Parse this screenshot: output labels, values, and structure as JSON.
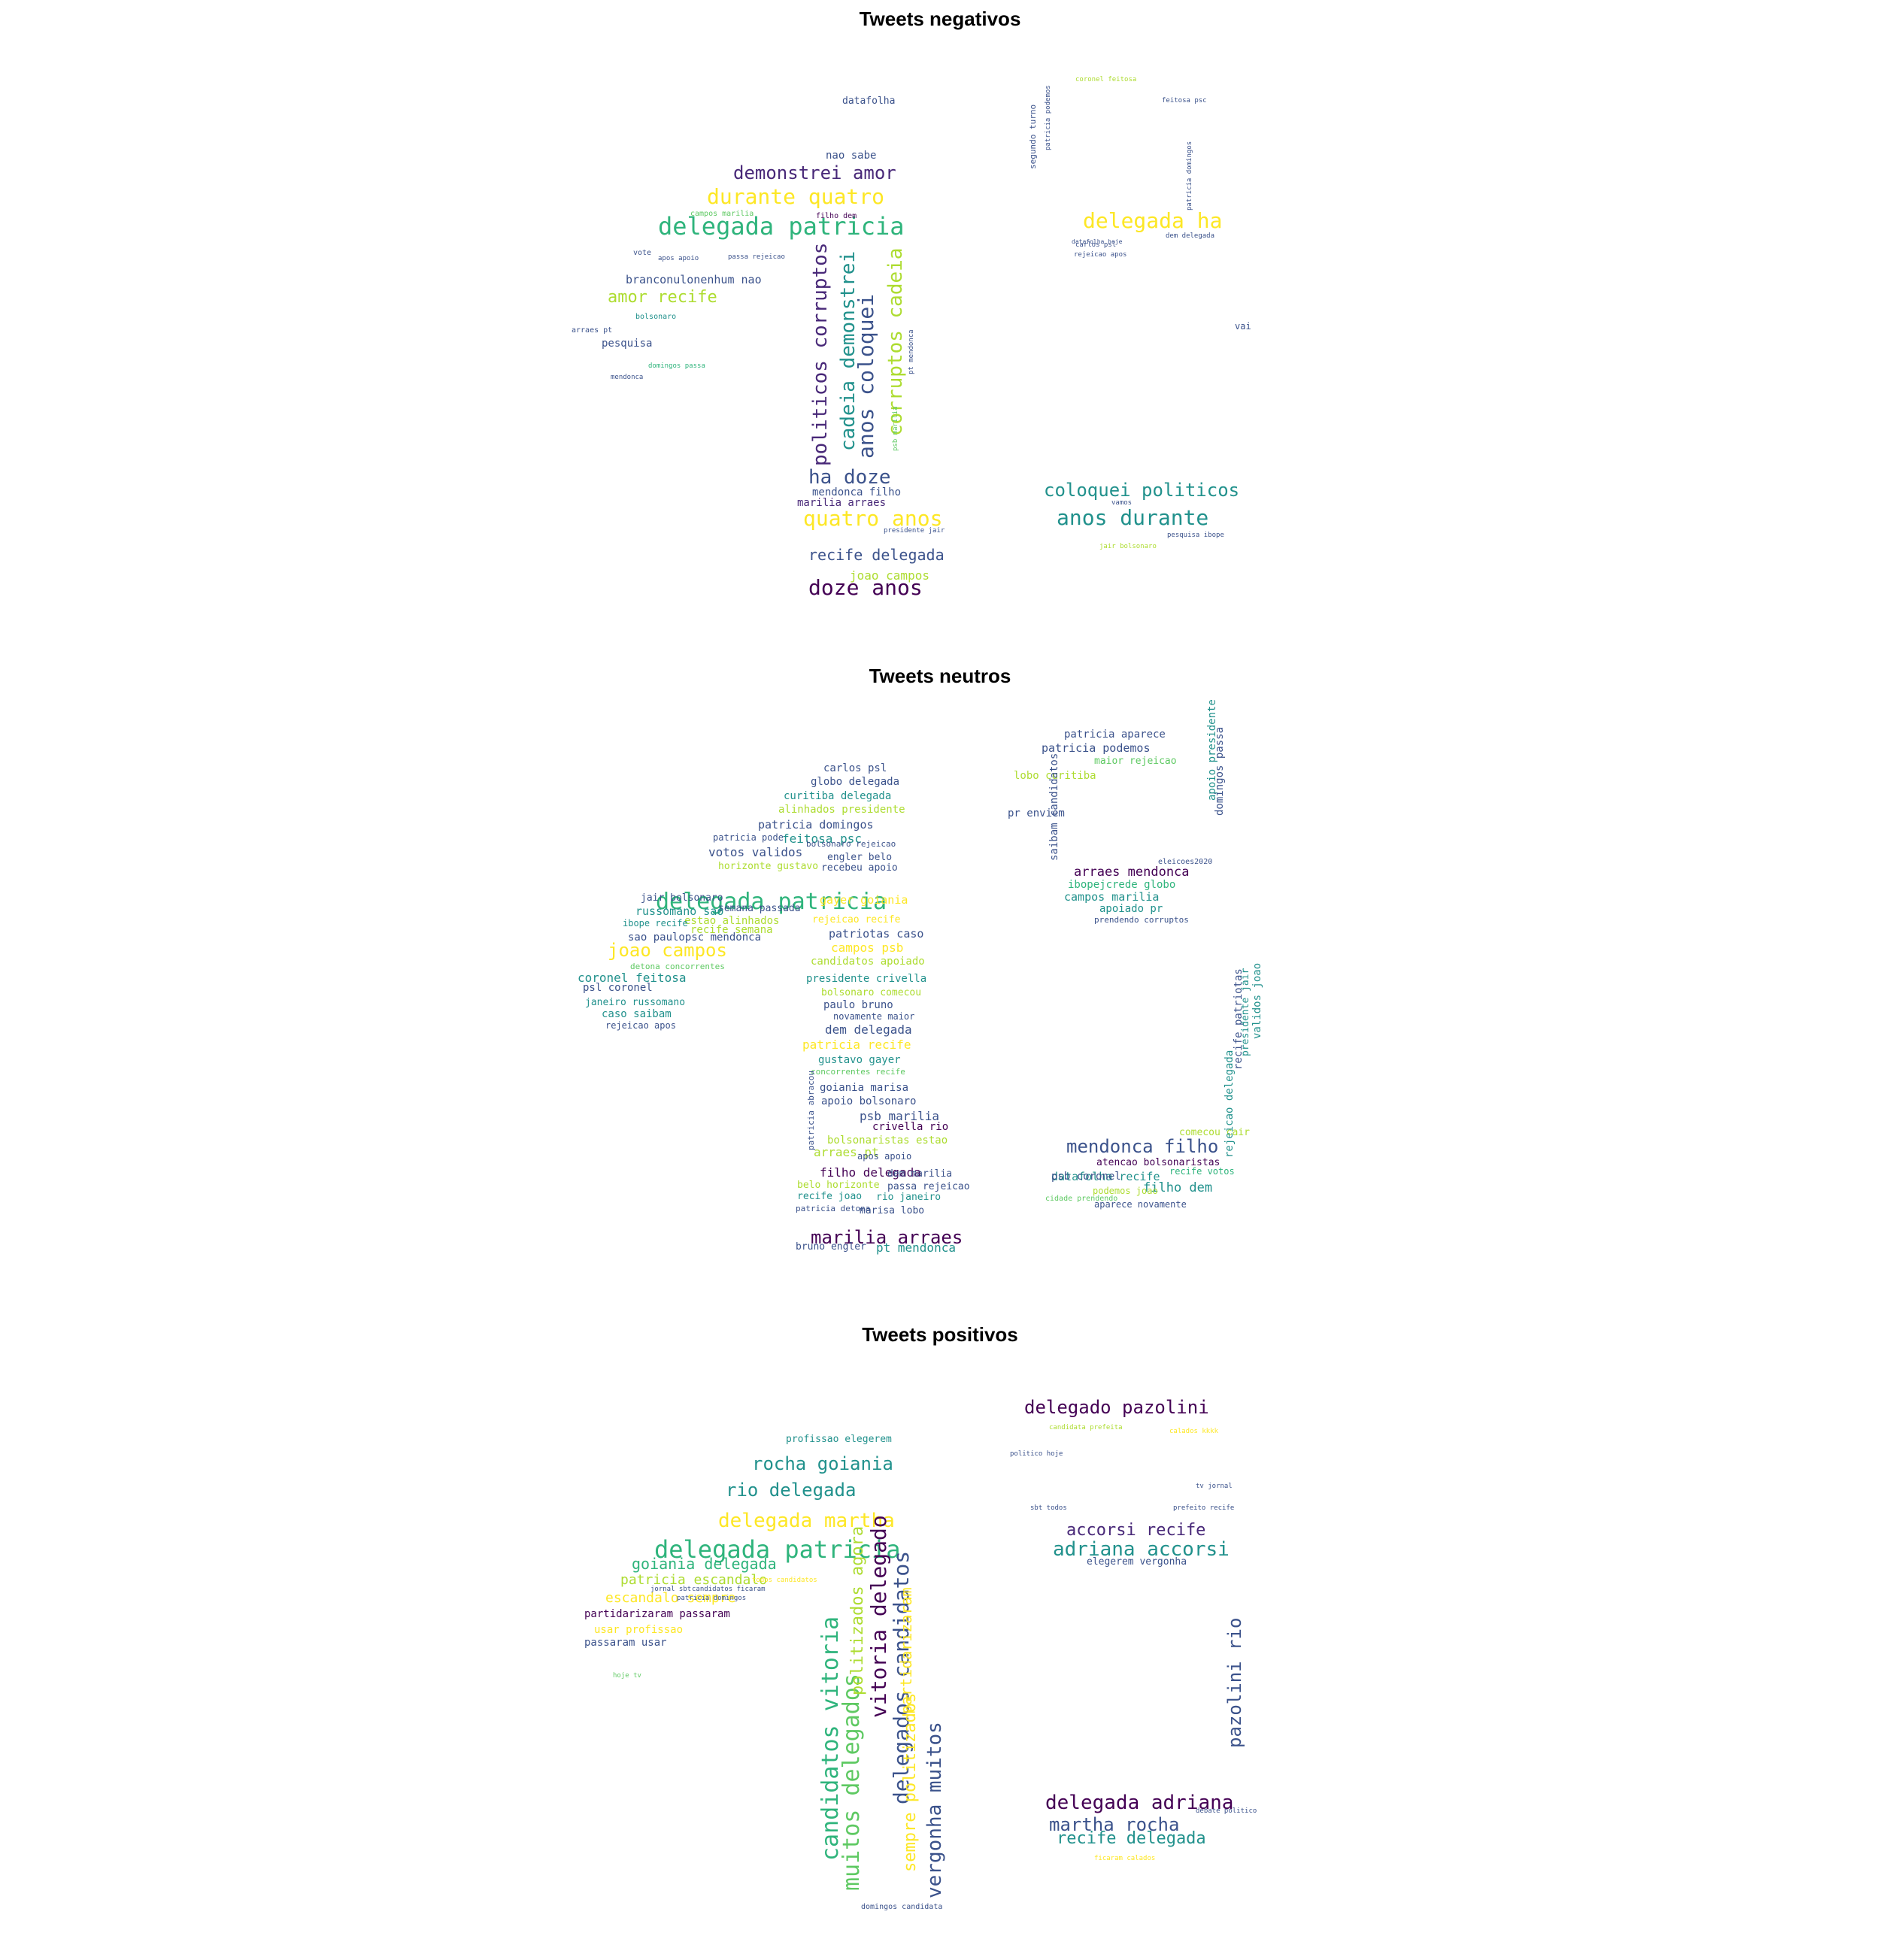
{
  "palette": [
    "#440154",
    "#3b528b",
    "#21918c",
    "#2fb47c",
    "#5ec962",
    "#addc30",
    "#fde725",
    "#31688e",
    "#35b779",
    "#482878"
  ],
  "panels": [
    {
      "id": "negativos",
      "title": "Tweets negativos",
      "words": [
        {
          "t": "delegada patricia",
          "s": 32,
          "c": 3
        },
        {
          "t": "durante quatro",
          "s": 28,
          "c": 6
        },
        {
          "t": "demonstrei amor",
          "s": 24,
          "c": 9
        },
        {
          "t": "delegada ha",
          "s": 28,
          "c": 6
        },
        {
          "t": "amor recife",
          "s": 22,
          "c": 5
        },
        {
          "t": "branconulonenhum nao",
          "s": 15,
          "c": 1
        },
        {
          "t": "pesquisa",
          "s": 14,
          "c": 1
        },
        {
          "t": "datafolha",
          "s": 13,
          "c": 1
        },
        {
          "t": "nao sabe",
          "s": 14,
          "c": 1
        },
        {
          "t": "ha doze",
          "s": 26,
          "c": 1
        },
        {
          "t": "mendonca filho",
          "s": 14,
          "c": 1
        },
        {
          "t": "marilia arraes",
          "s": 14,
          "c": 9
        },
        {
          "t": "quatro anos",
          "s": 28,
          "c": 6
        },
        {
          "t": "recife delegada",
          "s": 20,
          "c": 1
        },
        {
          "t": "joao campos",
          "s": 16,
          "c": 5
        },
        {
          "t": "doze anos",
          "s": 28,
          "c": 0
        },
        {
          "t": "coloquei politicos",
          "s": 24,
          "c": 2
        },
        {
          "t": "anos durante",
          "s": 28,
          "c": 2
        },
        {
          "t": "politicos corruptos",
          "s": 26,
          "c": 9
        },
        {
          "t": "cadeia demonstrei",
          "s": 26,
          "c": 2
        },
        {
          "t": "anos coloquei",
          "s": 28,
          "c": 1
        },
        {
          "t": "corruptos cadeia",
          "s": 26,
          "c": 5
        },
        {
          "t": "campos marilia",
          "s": 10,
          "c": 4
        },
        {
          "t": "filho dem",
          "s": 10,
          "c": 0
        },
        {
          "t": "vote",
          "s": 10,
          "c": 1
        },
        {
          "t": "bolsonaro",
          "s": 10,
          "c": 2
        },
        {
          "t": "arraes pt",
          "s": 10,
          "c": 1
        },
        {
          "t": "domingos passa",
          "s": 9,
          "c": 3
        },
        {
          "t": "mendonca",
          "s": 9,
          "c": 1
        },
        {
          "t": "passa rejeicao",
          "s": 9,
          "c": 1
        },
        {
          "t": "apos apoio",
          "s": 9,
          "c": 1
        },
        {
          "t": "presidente jair",
          "s": 9,
          "c": 1
        },
        {
          "t": "vai",
          "s": 12,
          "c": 1
        },
        {
          "t": "carlos psl",
          "s": 9,
          "c": 1
        },
        {
          "t": "dem delegada",
          "s": 9,
          "c": 1
        },
        {
          "t": "feitosa psc",
          "s": 9,
          "c": 1
        },
        {
          "t": "jair bolsonaro",
          "s": 9,
          "c": 5
        },
        {
          "t": "pesquisa ibope",
          "s": 9,
          "c": 1
        },
        {
          "t": "vamos",
          "s": 9,
          "c": 1
        },
        {
          "t": "coronel feitosa",
          "s": 9,
          "c": 5
        },
        {
          "t": "segundo turno",
          "s": 11,
          "c": 1
        },
        {
          "t": "patricia podemos",
          "s": 9,
          "c": 1
        },
        {
          "t": "patricia domingos",
          "s": 9,
          "c": 1
        },
        {
          "t": "pt mendonca",
          "s": 9,
          "c": 1
        },
        {
          "t": "psb marilia",
          "s": 9,
          "c": 4
        },
        {
          "t": "rejeicao apos",
          "s": 9,
          "c": 1
        },
        {
          "t": "datafolha hoje",
          "s": 8,
          "c": 1
        }
      ]
    },
    {
      "id": "neutros",
      "title": "Tweets neutros",
      "words": [
        {
          "t": "delegada patricia",
          "s": 30,
          "c": 3
        },
        {
          "t": "joao campos",
          "s": 24,
          "c": 6
        },
        {
          "t": "marilia arraes",
          "s": 24,
          "c": 0
        },
        {
          "t": "mendonca filho",
          "s": 24,
          "c": 1
        },
        {
          "t": "carlos psl",
          "s": 14,
          "c": 1
        },
        {
          "t": "globo delegada",
          "s": 14,
          "c": 1
        },
        {
          "t": "curitiba delegada",
          "s": 14,
          "c": 2
        },
        {
          "t": "alinhados presidente",
          "s": 14,
          "c": 5
        },
        {
          "t": "patricia domingos",
          "s": 15,
          "c": 1
        },
        {
          "t": "feitosa psc",
          "s": 16,
          "c": 2
        },
        {
          "t": "patricia pode",
          "s": 12,
          "c": 1
        },
        {
          "t": "votos validos",
          "s": 16,
          "c": 1
        },
        {
          "t": "bolsonaro rejeicao",
          "s": 11,
          "c": 1
        },
        {
          "t": "engler belo",
          "s": 13,
          "c": 1
        },
        {
          "t": "horizonte gustavo",
          "s": 13,
          "c": 5
        },
        {
          "t": "recebeu apoio",
          "s": 13,
          "c": 1
        },
        {
          "t": "gayer goiania",
          "s": 15,
          "c": 6
        },
        {
          "t": "jair bolsonaro",
          "s": 13,
          "c": 1
        },
        {
          "t": "semana passada",
          "s": 13,
          "c": 1
        },
        {
          "t": "russomano sao",
          "s": 15,
          "c": 2
        },
        {
          "t": "estao alinhados",
          "s": 14,
          "c": 5
        },
        {
          "t": "ibope recife",
          "s": 12,
          "c": 2
        },
        {
          "t": "recife semana",
          "s": 14,
          "c": 5
        },
        {
          "t": "sao paulopsc mendonca",
          "s": 14,
          "c": 1
        },
        {
          "t": "detona concorrentes",
          "s": 11,
          "c": 4
        },
        {
          "t": "coronel feitosa",
          "s": 16,
          "c": 2
        },
        {
          "t": "psl coronel",
          "s": 14,
          "c": 1
        },
        {
          "t": "janeiro russomano",
          "s": 13,
          "c": 2
        },
        {
          "t": "caso saibam",
          "s": 14,
          "c": 2
        },
        {
          "t": "rejeicao apos",
          "s": 12,
          "c": 1
        },
        {
          "t": "rejeicao recife",
          "s": 13,
          "c": 6
        },
        {
          "t": "patriotas caso",
          "s": 15,
          "c": 1
        },
        {
          "t": "campos psb",
          "s": 16,
          "c": 6
        },
        {
          "t": "candidatos apoiado",
          "s": 14,
          "c": 5
        },
        {
          "t": "presidente crivella",
          "s": 14,
          "c": 2
        },
        {
          "t": "bolsonaro comecou",
          "s": 13,
          "c": 5
        },
        {
          "t": "paulo bruno",
          "s": 14,
          "c": 1
        },
        {
          "t": "novamente maior",
          "s": 12,
          "c": 1
        },
        {
          "t": "dem delegada",
          "s": 16,
          "c": 1
        },
        {
          "t": "patricia recife",
          "s": 16,
          "c": 6
        },
        {
          "t": "gustavo gayer",
          "s": 14,
          "c": 2
        },
        {
          "t": "concorrentes recife",
          "s": 11,
          "c": 4
        },
        {
          "t": "goiania marisa",
          "s": 14,
          "c": 1
        },
        {
          "t": "apoio bolsonaro",
          "s": 14,
          "c": 1
        },
        {
          "t": "psb marilia",
          "s": 16,
          "c": 1
        },
        {
          "t": "crivella rio",
          "s": 14,
          "c": 0
        },
        {
          "t": "bolsonaristas estao",
          "s": 14,
          "c": 5
        },
        {
          "t": "arraes pt",
          "s": 16,
          "c": 5
        },
        {
          "t": "apos apoio",
          "s": 12,
          "c": 1
        },
        {
          "t": "filho delegada",
          "s": 16,
          "c": 0
        },
        {
          "t": "dem marilia",
          "s": 13,
          "c": 1
        },
        {
          "t": "belo horizonte",
          "s": 13,
          "c": 5
        },
        {
          "t": "passa rejeicao",
          "s": 13,
          "c": 1
        },
        {
          "t": "recife joao",
          "s": 13,
          "c": 2
        },
        {
          "t": "rio janeiro",
          "s": 13,
          "c": 2
        },
        {
          "t": "patricia detona",
          "s": 11,
          "c": 1
        },
        {
          "t": "marisa lobo",
          "s": 13,
          "c": 1
        },
        {
          "t": "bruno engler",
          "s": 13,
          "c": 1
        },
        {
          "t": "pt mendonca",
          "s": 16,
          "c": 2
        },
        {
          "t": "patricia aparece",
          "s": 14,
          "c": 1
        },
        {
          "t": "patricia podemos",
          "s": 15,
          "c": 1
        },
        {
          "t": "maior rejeicao",
          "s": 13,
          "c": 4
        },
        {
          "t": "lobo curitiba",
          "s": 14,
          "c": 5
        },
        {
          "t": "pr enviem",
          "s": 14,
          "c": 1
        },
        {
          "t": "arraes mendonca",
          "s": 17,
          "c": 0
        },
        {
          "t": "ibopejcrede globo",
          "s": 14,
          "c": 3
        },
        {
          "t": "campos marilia",
          "s": 15,
          "c": 2
        },
        {
          "t": "apoiado pr",
          "s": 14,
          "c": 2
        },
        {
          "t": "prendendo corruptos",
          "s": 11,
          "c": 1
        },
        {
          "t": "eleicoes2020",
          "s": 10,
          "c": 1
        },
        {
          "t": "comecou cair",
          "s": 13,
          "c": 5
        },
        {
          "t": "atencao bolsonaristas",
          "s": 13,
          "c": 0
        },
        {
          "t": "datafolha recife",
          "s": 15,
          "c": 2
        },
        {
          "t": "recife votos",
          "s": 12,
          "c": 3
        },
        {
          "t": "filho dem",
          "s": 17,
          "c": 2
        },
        {
          "t": "podemos joao",
          "s": 12,
          "c": 5
        },
        {
          "t": "aparece novamente",
          "s": 12,
          "c": 1
        },
        {
          "t": "cidade prendendo",
          "s": 10,
          "c": 4
        },
        {
          "t": "psb coronel",
          "s": 14,
          "c": 1
        },
        {
          "t": "saibam candidatos",
          "s": 14,
          "c": 1
        },
        {
          "t": "apoio presidente",
          "s": 14,
          "c": 2
        },
        {
          "t": "domingos passa",
          "s": 14,
          "c": 1
        },
        {
          "t": "rejeicao delegada",
          "s": 14,
          "c": 2
        },
        {
          "t": "recife patriotas",
          "s": 14,
          "c": 1
        },
        {
          "t": "presidente jair",
          "s": 13,
          "c": 2
        },
        {
          "t": "validos joao",
          "s": 14,
          "c": 2
        },
        {
          "t": "patricia abracou",
          "s": 11,
          "c": 1
        }
      ]
    },
    {
      "id": "positivos",
      "title": "Tweets positivos",
      "words": [
        {
          "t": "delegada patricia",
          "s": 32,
          "c": 3
        },
        {
          "t": "delegada martha",
          "s": 26,
          "c": 6
        },
        {
          "t": "rio delegada",
          "s": 24,
          "c": 2
        },
        {
          "t": "rocha goiania",
          "s": 24,
          "c": 2
        },
        {
          "t": "profissao elegerem",
          "s": 13,
          "c": 2
        },
        {
          "t": "goiania delegada",
          "s": 20,
          "c": 3
        },
        {
          "t": "patricia escandalo",
          "s": 18,
          "c": 5
        },
        {
          "t": "escandalo sempre",
          "s": 18,
          "c": 6
        },
        {
          "t": "partidarizaram passaram",
          "s": 14,
          "c": 0
        },
        {
          "t": "usar profissao",
          "s": 14,
          "c": 6
        },
        {
          "t": "passaram usar",
          "s": 14,
          "c": 1
        },
        {
          "t": "candidatos ficaram",
          "s": 9,
          "c": 1
        },
        {
          "t": "patricia domingos",
          "s": 9,
          "c": 1
        },
        {
          "t": "jornal sbt",
          "s": 9,
          "c": 1
        },
        {
          "t": "hoje tv",
          "s": 9,
          "c": 4
        },
        {
          "t": "delegado pazolini",
          "s": 24,
          "c": 0
        },
        {
          "t": "accorsi recife",
          "s": 22,
          "c": 9
        },
        {
          "t": "adriana accorsi",
          "s": 26,
          "c": 2
        },
        {
          "t": "elegerem vergonha",
          "s": 13,
          "c": 1
        },
        {
          "t": "pazolini rio",
          "s": 24,
          "c": 1
        },
        {
          "t": "delegada adriana",
          "s": 26,
          "c": 0
        },
        {
          "t": "martha rocha",
          "s": 24,
          "c": 1
        },
        {
          "t": "recife delegada",
          "s": 22,
          "c": 2
        },
        {
          "t": "ficaram calados",
          "s": 9,
          "c": 6
        },
        {
          "t": "candidata prefeita",
          "s": 9,
          "c": 5
        },
        {
          "t": "politico hoje",
          "s": 9,
          "c": 1
        },
        {
          "t": "tv jornal",
          "s": 9,
          "c": 1
        },
        {
          "t": "sbt todos",
          "s": 9,
          "c": 1
        },
        {
          "t": "prefeito recife",
          "s": 9,
          "c": 1
        },
        {
          "t": "debate politico",
          "s": 9,
          "c": 1
        },
        {
          "t": "calados kkkk",
          "s": 9,
          "c": 6
        },
        {
          "t": "candidatos vitoria",
          "s": 30,
          "c": 3
        },
        {
          "t": "muitos delegados",
          "s": 30,
          "c": 4
        },
        {
          "t": "politizados agora",
          "s": 22,
          "c": 5
        },
        {
          "t": "vitoria delegado",
          "s": 28,
          "c": 0
        },
        {
          "t": "delegados candidatos",
          "s": 28,
          "c": 1
        },
        {
          "t": "sempre politizados",
          "s": 22,
          "c": 6
        },
        {
          "t": "vergonha muitos",
          "s": 26,
          "c": 1
        },
        {
          "t": "partidarizaram",
          "s": 20,
          "c": 6
        },
        {
          "t": "domingos candidata",
          "s": 10,
          "c": 1
        },
        {
          "t": "todos candidatos",
          "s": 9,
          "c": 6
        }
      ]
    }
  ]
}
